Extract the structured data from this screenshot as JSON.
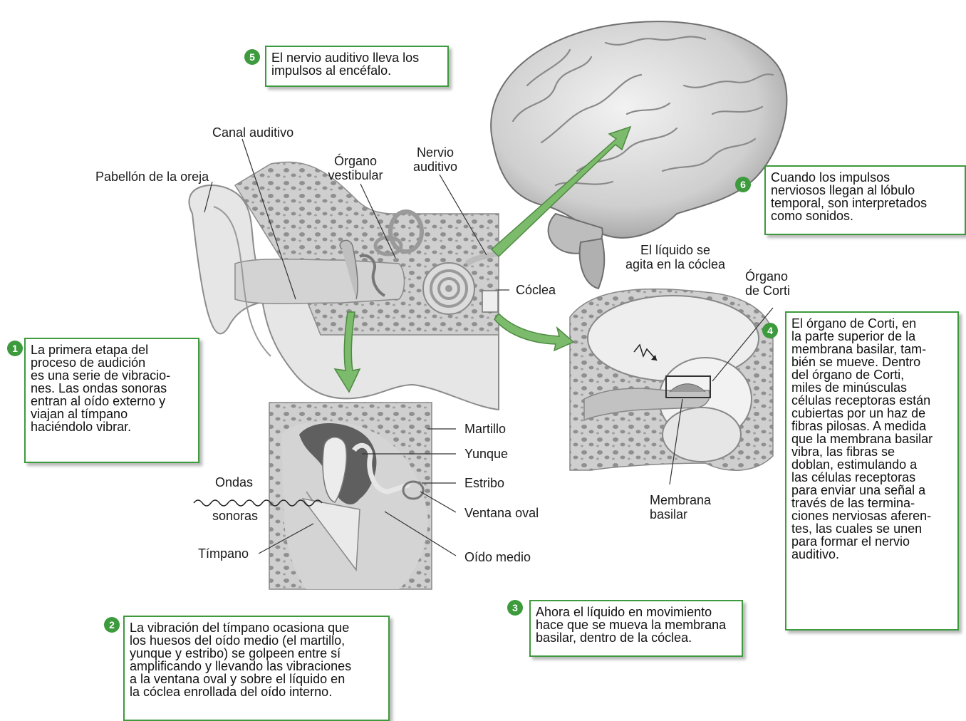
{
  "steps": {
    "s1": {
      "num": "1",
      "text": "La primera etapa del\nproceso de audición\nes una serie de vibracio-\nnes. Las ondas sonoras\nentran al oído externo y\nviajan al tímpano\nhaciéndolo vibrar."
    },
    "s2": {
      "num": "2",
      "text": "La vibración del tímpano ocasiona que\nlos huesos del oído medio (el martillo,\nyunque y estribo) se golpeen entre sí\namplificando y llevando las vibraciones\na la ventana oval y sobre el líquido en\nla cóclea enrollada del oído interno."
    },
    "s3": {
      "num": "3",
      "text": "Ahora el líquido en movimiento\nhace que se mueva la membrana\nbasilar, dentro de la cóclea."
    },
    "s4": {
      "num": "4",
      "text": "El órgano de Corti, en\nla parte superior de la\nmembrana basilar, tam-\nbién se mueve. Dentro\ndel órgano de Corti,\nmiles de minúsculas\ncélulas receptoras están\ncubiertas por un haz de\nfibras pilosas. A medida\nque la membrana basilar\nvibra, las fibras se\ndoblan, estimulando a\nlas células receptoras\npara enviar una señal a\ntravés de las termina-\nciones nerviosas aferen-\ntes, las cuales se unen\npara formar el nervio\nauditivo."
    },
    "s5": {
      "num": "5",
      "text": "El nervio auditivo lleva los\nimpulsos al encéfalo."
    },
    "s6": {
      "num": "6",
      "text": "Cuando los impulsos\nnerviosos llegan al lóbulo\ntemporal, son interpretados\ncomo sonidos."
    }
  },
  "labels": {
    "canal_auditivo": "Canal auditivo",
    "pabellon": "Pabellón de la oreja",
    "organo_vestibular": "Órgano\nvestibular",
    "nervio_auditivo": "Nervio\nauditivo",
    "coclea": "Cóclea",
    "liquido": "El líquido se\nagita en la cóclea",
    "organo_corti": "Órgano\nde Corti",
    "membrana_basilar": "Membrana\nbasilar",
    "martillo": "Martillo",
    "yunque": "Yunque",
    "estribo": "Estribo",
    "ventana_oval": "Ventana oval",
    "oido_medio": "Oído medio",
    "timpano": "Tímpano",
    "ondas": "Ondas",
    "sonoras": "sonoras"
  },
  "colors": {
    "accent": "#3d9a3d",
    "arrow": "#7cba6c",
    "tissue": "#d9d9d9",
    "bone": "#b8b8b8"
  }
}
